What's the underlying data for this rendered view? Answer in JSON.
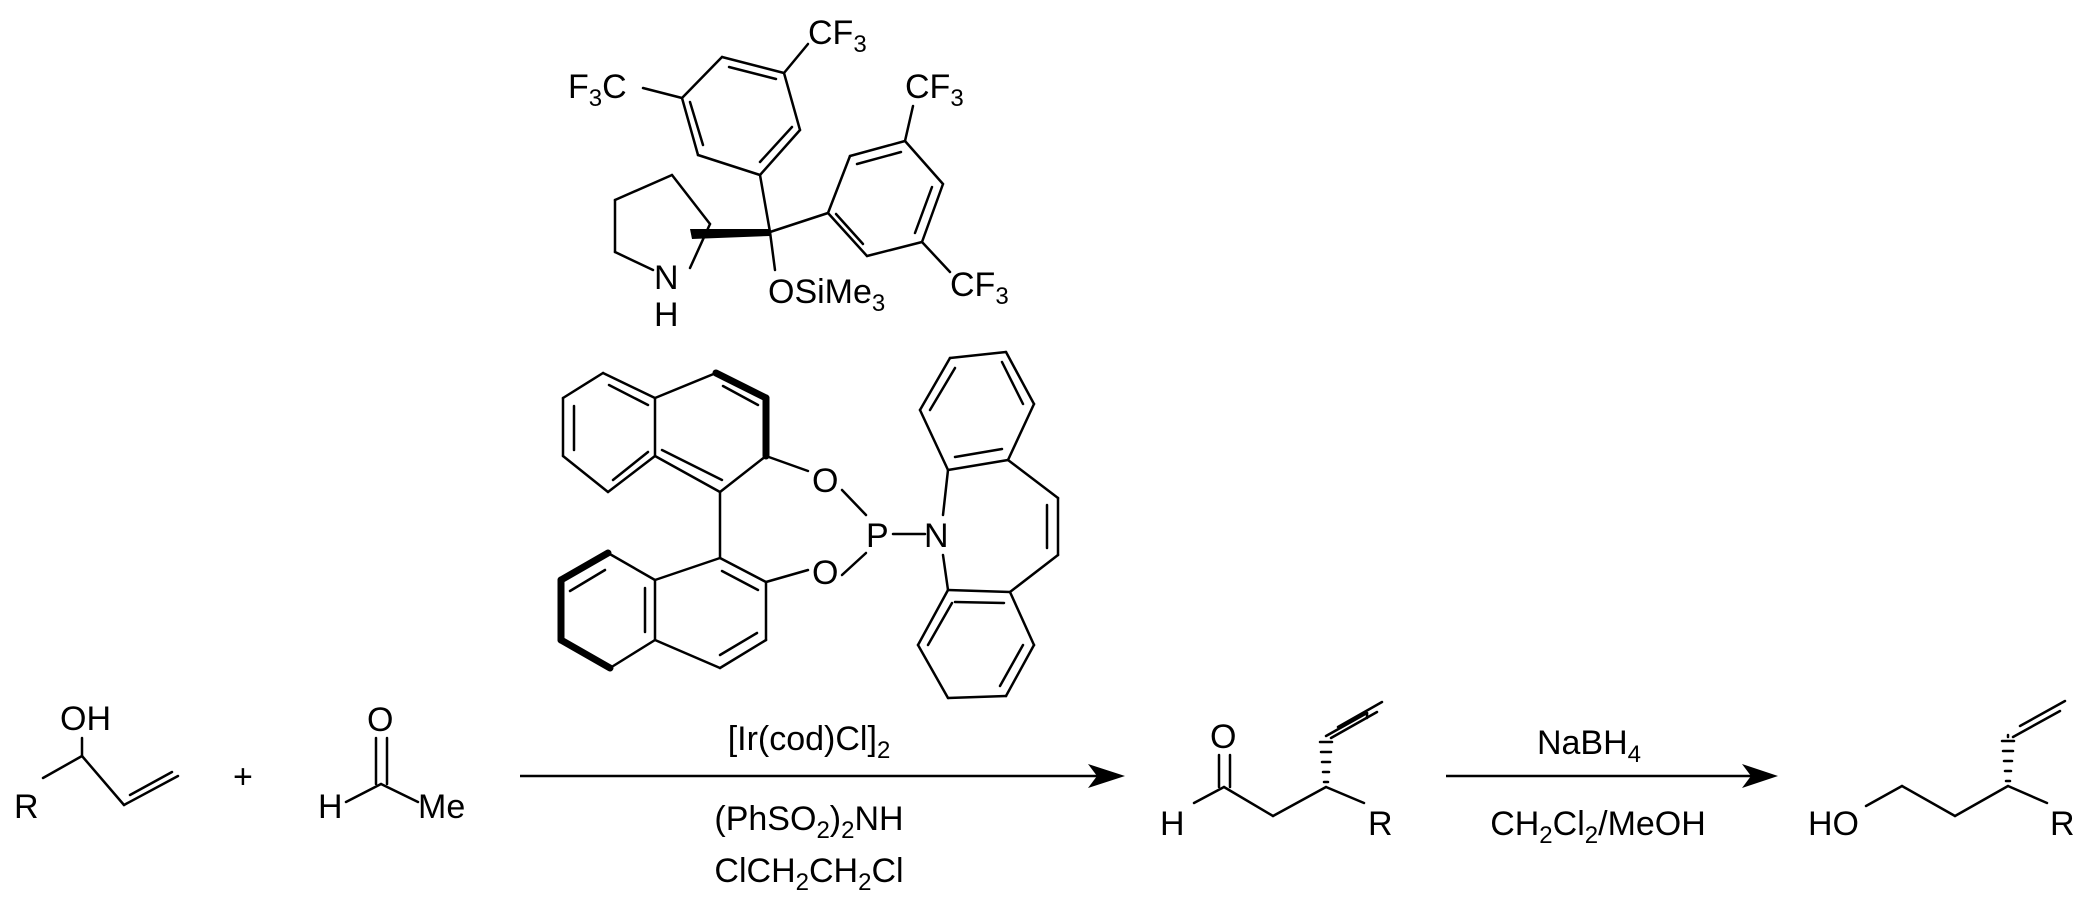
{
  "reactants": {
    "allylic_alcohol": {
      "hydroxyl": "OH",
      "substituent": "R"
    },
    "plus_sign": "+",
    "acetaldehyde": {
      "oxygen": "O",
      "hydrogen": "H",
      "methyl": "Me"
    }
  },
  "catalysts": {
    "amine_catalyst": {
      "cf3_top": [
        "CF",
        "3"
      ],
      "f3c_left": [
        "F",
        "3",
        "C"
      ],
      "cf3_right_top": [
        "CF",
        "3"
      ],
      "cf3_right_bottom": [
        "CF",
        "3"
      ],
      "n": "N",
      "h": "H",
      "silyl_ether": [
        "OSiMe",
        "3"
      ]
    },
    "phosphoramidite": {
      "o_top": "O",
      "o_bottom": "O",
      "p": "P",
      "n": "N"
    }
  },
  "step1": {
    "above": [
      "[Ir(cod)Cl]",
      "2"
    ],
    "below_1": [
      "(PhSO",
      "2",
      ")",
      "2",
      "NH"
    ],
    "below_2": [
      "ClCH",
      "2",
      "CH",
      "2",
      "Cl"
    ]
  },
  "intermediate": {
    "oxygen": "O",
    "hydrogen": "H",
    "substituent": "R"
  },
  "step2": {
    "above": [
      "NaBH",
      "4"
    ],
    "below": [
      "CH",
      "2",
      "Cl",
      "2",
      "/MeOH"
    ]
  },
  "product": {
    "hydroxyl": "HO",
    "substituent": "R"
  }
}
